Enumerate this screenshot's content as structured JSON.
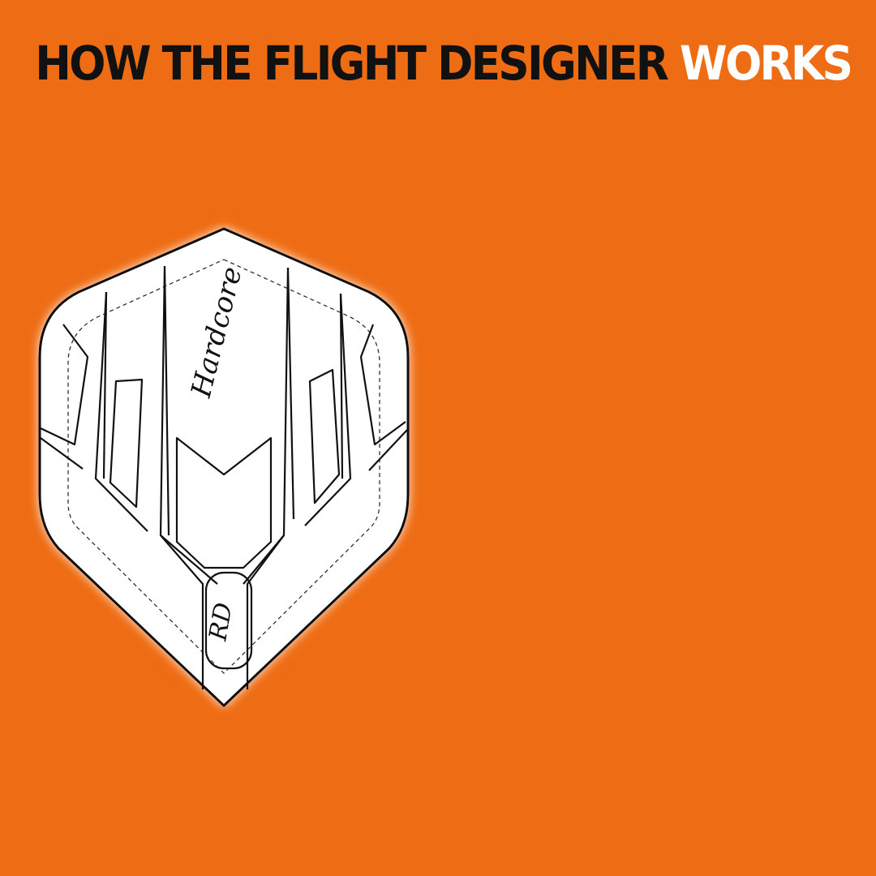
{
  "headline": {
    "dark_text": "HOW THE FLIGHT DESIGNER",
    "light_text": "WORKS"
  },
  "flight": {
    "brand_script": "Hardcore",
    "monogram": "RD"
  },
  "colors": {
    "background": "#ee6c14",
    "headline_dark": "#111111",
    "headline_light": "#ffffff",
    "flight_fill": "#ffffff",
    "flight_outline": "#111111"
  }
}
